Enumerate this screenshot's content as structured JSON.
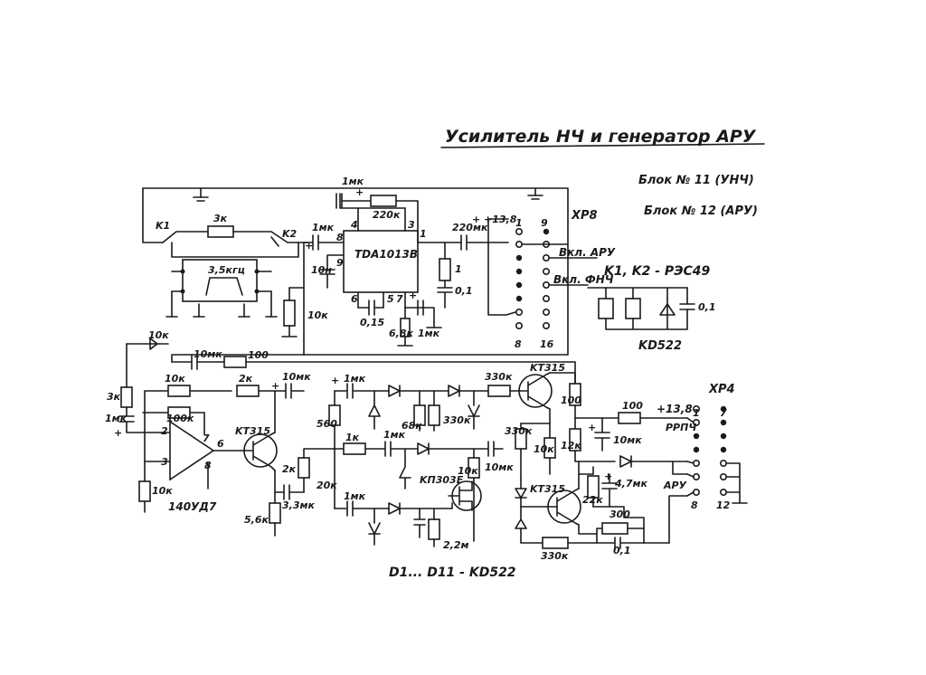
{
  "title": "Усилитель НЧ и генератор АРУ",
  "blocks": [
    "Блок № 11 (УНЧ)",
    "Блок № 12 (АРУ)"
  ],
  "relays": "K1, K2 - РЭС49",
  "diodes_note": "D1... D11 - KD522",
  "connectors": {
    "xp8": "XP8",
    "xp4": "XP4",
    "xp8_pins": [
      "9",
      "1",
      "8",
      "16"
    ],
    "xp4_pins": [
      "7",
      "1",
      "8",
      "12"
    ],
    "v138_top": "+13,8",
    "v138_right": "+13,8",
    "vkl_aru": "Вкл. АРУ",
    "vkl_fnch": "Вкл. ФНЧ",
    "rrpch": "РРПЧ",
    "aru": "АРУ"
  },
  "ics": {
    "tda": "TDA1013B",
    "opamp": "140УД7"
  },
  "ic_pins": {
    "tda": [
      "4",
      "3",
      "8",
      "9",
      "6",
      "5",
      "7",
      "1"
    ],
    "opamp": [
      "2",
      "3",
      "7",
      "6",
      "8"
    ]
  },
  "transistors": [
    "KT315",
    "KT315",
    "KT315",
    "KП303E"
  ],
  "relay_labels": [
    "K1",
    "K2"
  ],
  "filter_label": "3,5кгц",
  "polarity": "+",
  "components": {
    "r_3k_top": "3к",
    "c_1mk_top": "1мк",
    "r_220k": "220к",
    "c_1mk_in": "1мк",
    "c_10n": "10н",
    "c_220mk": "220мк",
    "r_1": "1",
    "c_01_a": "0,1",
    "c_015": "0,15",
    "r_68k": "6,8к",
    "r_1mk": "1мк",
    "r_10k_left": "10к",
    "r_10k_a": "10к",
    "c_10mk_a": "10мк",
    "r_100_a": "100",
    "r_10k_b": "10к",
    "r_2k_a": "2к",
    "c_10mk_b": "10мк",
    "r_3k_b": "3к",
    "c_1mk_b": "1мк",
    "r_100k": "100к",
    "r_10k_c": "10к",
    "r_2k_b": "2к",
    "c_33mk": "3,3мк",
    "r_56k": "5,6к",
    "c_1mk_c": "1мк",
    "r_560": "560",
    "r_68k_b": "68к",
    "r_330k_a": "330к",
    "r_1k": "1к",
    "c_1mk_d": "1мк",
    "r_20k": "20к",
    "c_1mk_e": "1мк",
    "r_22m": "2,2м",
    "r_10k_d": "10к",
    "c_10mk_c": "10мк",
    "r_330k_b": "330к",
    "r_330k_c": "330к",
    "r_10k_e": "10к",
    "r_100_b": "100",
    "r_12k": "12к",
    "c_10mk_d": "10мк",
    "r_100_c": "100",
    "r_22k": "22к",
    "c_47mk": "4,7мк",
    "r_300": "300",
    "c_01_b": "0,1",
    "r_330k_d": "330к",
    "c_01_relay": "0,1",
    "kd522": "KD522"
  }
}
